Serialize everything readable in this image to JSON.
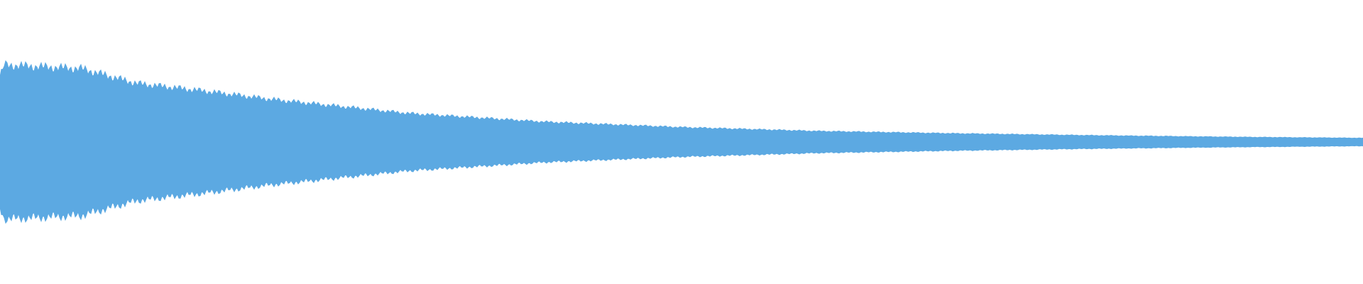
{
  "waveform": {
    "color": "#5ca9e2",
    "background": "#ffffff",
    "envelope": {
      "description_of_shape": "decaying tone",
      "decay_profile": [
        {
          "t": 0.0,
          "amp": 1.0
        },
        {
          "t": 0.06,
          "amp": 0.95
        },
        {
          "t": 0.1,
          "amp": 0.76
        },
        {
          "t": 0.15,
          "amp": 0.66
        },
        {
          "t": 0.2,
          "amp": 0.55
        },
        {
          "t": 0.3,
          "amp": 0.37
        },
        {
          "t": 0.4,
          "amp": 0.26
        },
        {
          "t": 0.5,
          "amp": 0.19
        },
        {
          "t": 0.6,
          "amp": 0.14
        },
        {
          "t": 0.7,
          "amp": 0.11
        },
        {
          "t": 0.8,
          "amp": 0.085
        },
        {
          "t": 0.9,
          "amp": 0.065
        },
        {
          "t": 1.0,
          "amp": 0.05
        }
      ]
    }
  }
}
